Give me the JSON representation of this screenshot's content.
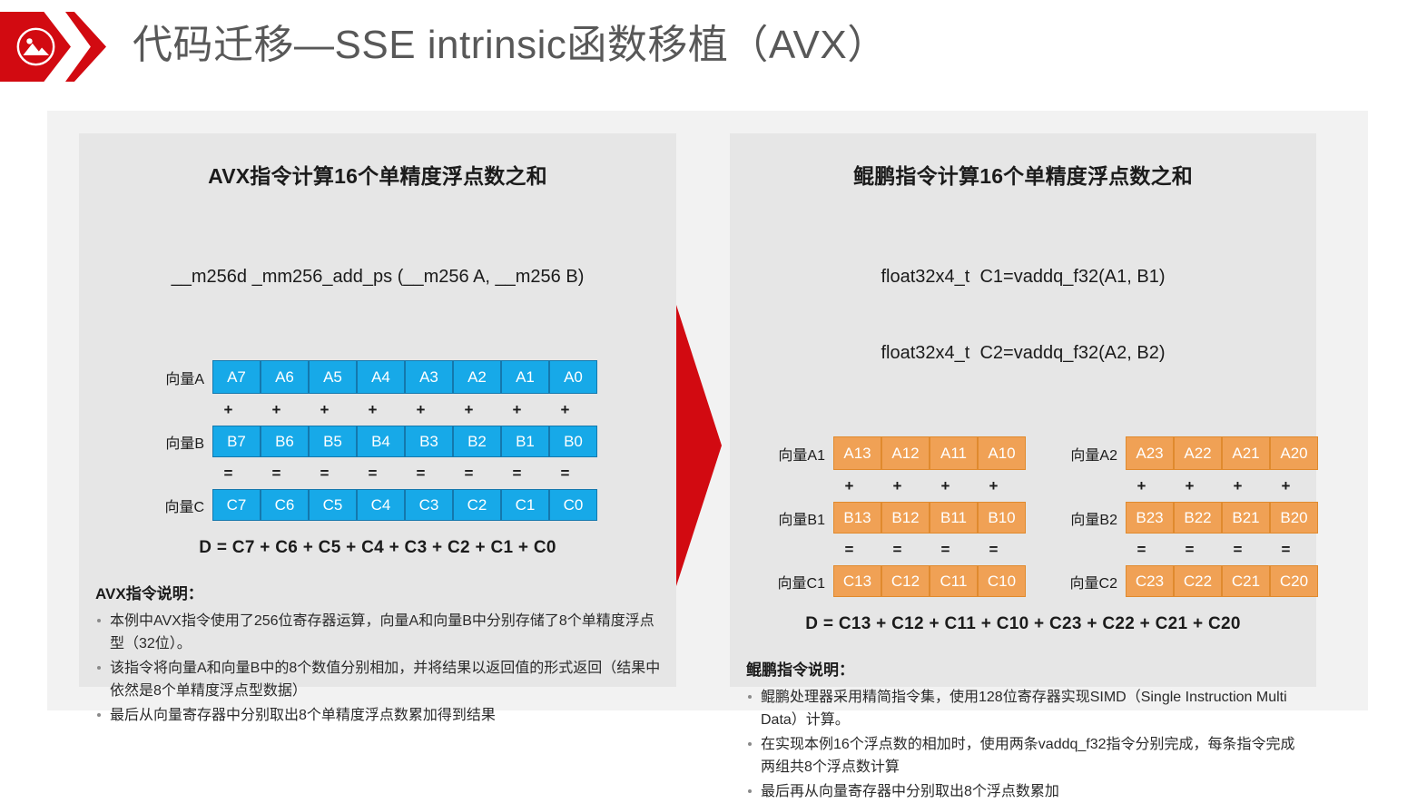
{
  "header": {
    "title": "代码迁移—SSE intrinsic函数移植（AVX）",
    "logo_icon": "image-photo-icon"
  },
  "colors": {
    "brand_red": "#d20a11",
    "avx_cell": "#17a9e8",
    "avx_cell_border": "#1478ad",
    "kunpeng_cell": "#f0a155",
    "kunpeng_cell_border": "#e08a2e",
    "panel_bg": "#e6e6e6",
    "frame_bg": "#f2f2f2",
    "title_text": "#585858"
  },
  "arrow": {
    "name": "migration-arrow",
    "direction": "right",
    "color": "#d20a11"
  },
  "left_panel": {
    "title": "AVX指令计算16个单精度浮点数之和",
    "code_lines": [
      "__m256d _mm256_add_ps (__m256 A, __m256 B)"
    ],
    "vectors": [
      {
        "label": "向量A",
        "cells": [
          "A7",
          "A6",
          "A5",
          "A4",
          "A3",
          "A2",
          "A1",
          "A0"
        ]
      },
      {
        "label": "向量B",
        "cells": [
          "B7",
          "B6",
          "B5",
          "B4",
          "B3",
          "B2",
          "B1",
          "B0"
        ]
      },
      {
        "label": "向量C",
        "cells": [
          "C7",
          "C6",
          "C5",
          "C4",
          "C3",
          "C2",
          "C1",
          "C0"
        ]
      }
    ],
    "op_plus": "+",
    "op_equals": "=",
    "sum_line": "D = C7 + C6 + C5 + C4 + C3 + C2 + C1 + C0",
    "notes_title": "AVX指令说明：",
    "notes": [
      "本例中AVX指令使用了256位寄存器运算，向量A和向量B中分别存储了8个单精度浮点型（32位）。",
      "该指令将向量A和向量B中的8个数值分别相加，并将结果以返回值的形式返回（结果中依然是8个单精度浮点型数据）",
      "最后从向量寄存器中分别取出8个单精度浮点数累加得到结果"
    ]
  },
  "right_panel": {
    "title": "鲲鹏指令计算16个单精度浮点数之和",
    "code_lines": [
      "float32x4_t  C1=vaddq_f32(A1, B1)",
      "float32x4_t  C2=vaddq_f32(A2, B2)"
    ],
    "group1": {
      "vectors": [
        {
          "label": "向量A1",
          "cells": [
            "A13",
            "A12",
            "A11",
            "A10"
          ]
        },
        {
          "label": "向量B1",
          "cells": [
            "B13",
            "B12",
            "B11",
            "B10"
          ]
        },
        {
          "label": "向量C1",
          "cells": [
            "C13",
            "C12",
            "C11",
            "C10"
          ]
        }
      ]
    },
    "group2": {
      "vectors": [
        {
          "label": "向量A2",
          "cells": [
            "A23",
            "A22",
            "A21",
            "A20"
          ]
        },
        {
          "label": "向量B2",
          "cells": [
            "B23",
            "B22",
            "B21",
            "B20"
          ]
        },
        {
          "label": "向量C2",
          "cells": [
            "C23",
            "C22",
            "C21",
            "C20"
          ]
        }
      ]
    },
    "op_plus": "+",
    "op_equals": "=",
    "sum_line": "D = C13 + C12 + C11 + C10 + C23 + C22 + C21 + C20",
    "notes_title": "鲲鹏指令说明：",
    "notes": [
      "鲲鹏处理器采用精简指令集，使用128位寄存器实现SIMD（Single Instruction Multi Data）计算。",
      "在实现本例16个浮点数的相加时，使用两条vaddq_f32指令分别完成，每条指令完成两组共8个浮点数计算",
      "最后再从向量寄存器中分别取出8个浮点数累加"
    ]
  }
}
